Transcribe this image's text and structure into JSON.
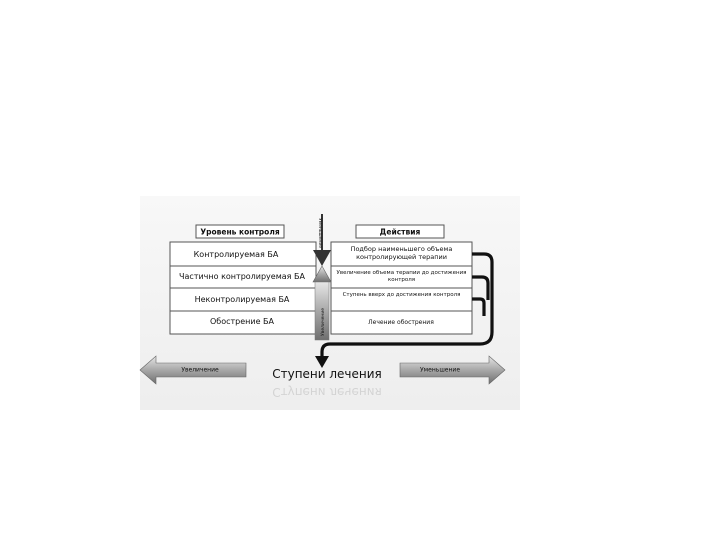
{
  "left_column": {
    "header": "Уровень контроля",
    "rows": [
      "Контролируемая БА",
      "Частично контролируемая БА",
      "Неконтролируемая БА",
      "Обострение БА"
    ]
  },
  "right_column": {
    "header": "Действия",
    "rows": [
      "Подбор наименьшего объема контролирующей терапии",
      "Увеличение объема терапии до достижения контроля",
      "Ступень вверх до достижения контроля",
      "Лечение обострения"
    ]
  },
  "center": {
    "arrow_down_label": "Уменьшение",
    "arrow_up_label": "Увеличение"
  },
  "bottom": {
    "title": "Ступени лечения",
    "left_arrow_label": "Увеличение",
    "right_arrow_label": "Уменьшение"
  },
  "colors": {
    "arrow_gray": "#9a9a9a",
    "arrow_dark": "#333333",
    "shadow": "#d9d9d9",
    "line": "#555555",
    "connector": "#111111"
  }
}
